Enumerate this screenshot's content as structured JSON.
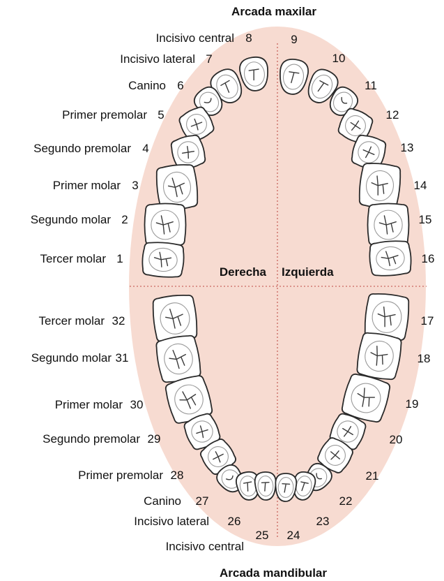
{
  "title_top": "Arcada maxilar",
  "title_bottom": "Arcada mandibular",
  "side_right": "Derecha",
  "side_left": "Izquierda",
  "colors": {
    "arch_fill": "#f7dbd1",
    "divider": "#d07a72",
    "tooth_outline": "#2a2a2a"
  },
  "upper_right_names": [
    "Incisivo central",
    "Incisivo lateral",
    "Canino",
    "Primer premolar",
    "Segundo premolar",
    "Primer molar",
    "Segundo molar",
    "Tercer molar"
  ],
  "upper_right_numbers": [
    "8",
    "7",
    "6",
    "5",
    "4",
    "3",
    "2",
    "1"
  ],
  "upper_left_numbers": [
    "9",
    "10",
    "11",
    "12",
    "13",
    "14",
    "15",
    "16"
  ],
  "lower_right_names": [
    "Tercer molar",
    "Segundo molar",
    "Primer molar",
    "Segundo premolar",
    "Primer premolar",
    "Canino",
    "Incisivo lateral",
    "Incisivo central"
  ],
  "lower_right_numbers": [
    "32",
    "31",
    "30",
    "29",
    "28",
    "27",
    "26",
    "25"
  ],
  "lower_left_numbers": [
    "17",
    "18",
    "19",
    "20",
    "21",
    "22",
    "23",
    "24"
  ]
}
